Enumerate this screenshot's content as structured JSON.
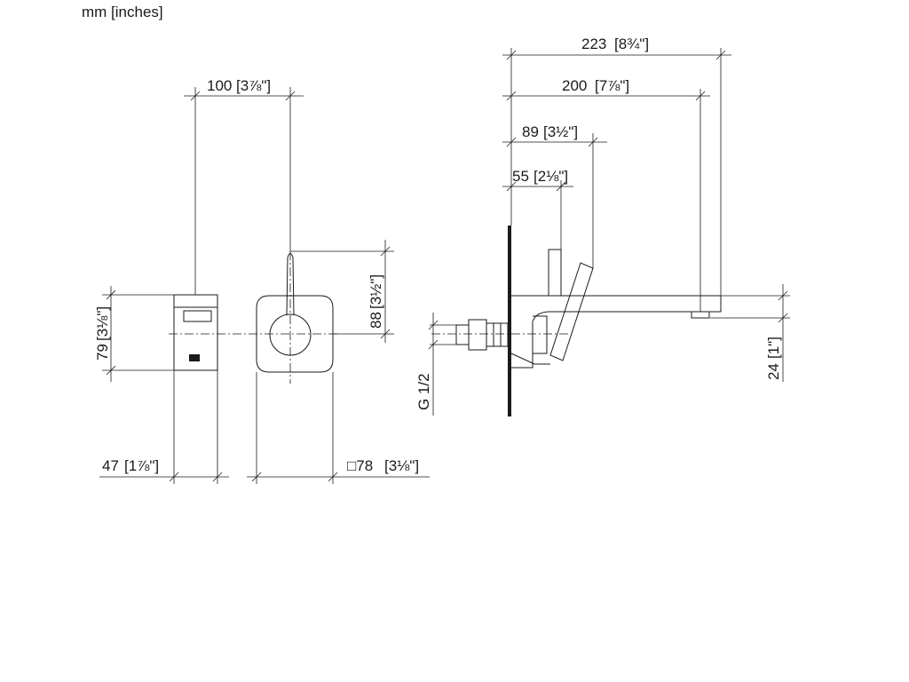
{
  "units_label": "mm [inches]",
  "dimensions": {
    "front_width": "100",
    "front_width_in": "[3⅞\"]",
    "lever_height": "88",
    "lever_height_in": "[3½\"]",
    "body_height": "79",
    "body_height_in": "[3⅛\"]",
    "body_depth": "47",
    "body_depth_in": "[1⅞\"]",
    "plate_square": "□78",
    "plate_square_in": "[3⅛\"]",
    "overall_length": "223",
    "overall_length_in": "[8¾\"]",
    "spout_length": "200",
    "spout_length_in": "[7⅞\"]",
    "lever_reach": "89",
    "lever_reach_in": "[3½\"]",
    "lever_offset": "55",
    "lever_offset_in": "[2⅛\"]",
    "spout_height": "24",
    "spout_height_in": "[1\"]",
    "thread": "G 1/2"
  }
}
